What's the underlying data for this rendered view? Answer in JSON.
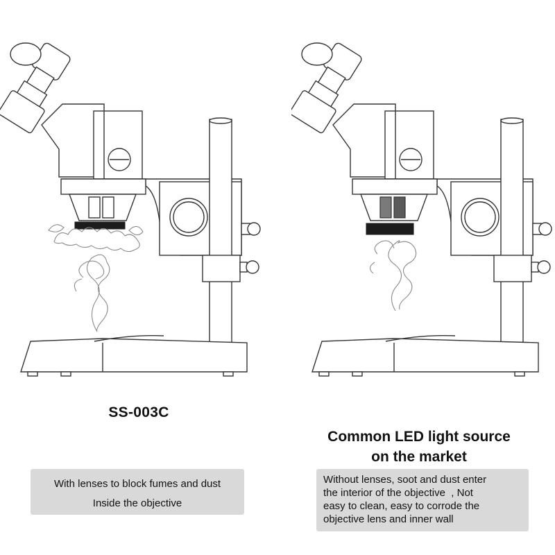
{
  "left": {
    "title": "SS-003C",
    "caption_lines": [
      "With lenses to block fumes and dust",
      "Inside the objective"
    ]
  },
  "right": {
    "title_lines": [
      "Common LED light source",
      "on the market"
    ],
    "caption_lines": [
      "Without lenses, soot and dust enter",
      "the interior of the objective  , Not",
      "easy to clean, easy to corrode the",
      "objective lens and inner wall"
    ]
  },
  "colors": {
    "caption_box": "#d9d9d9",
    "line_art": "#333333",
    "ring_light": "#1c1c1c"
  }
}
